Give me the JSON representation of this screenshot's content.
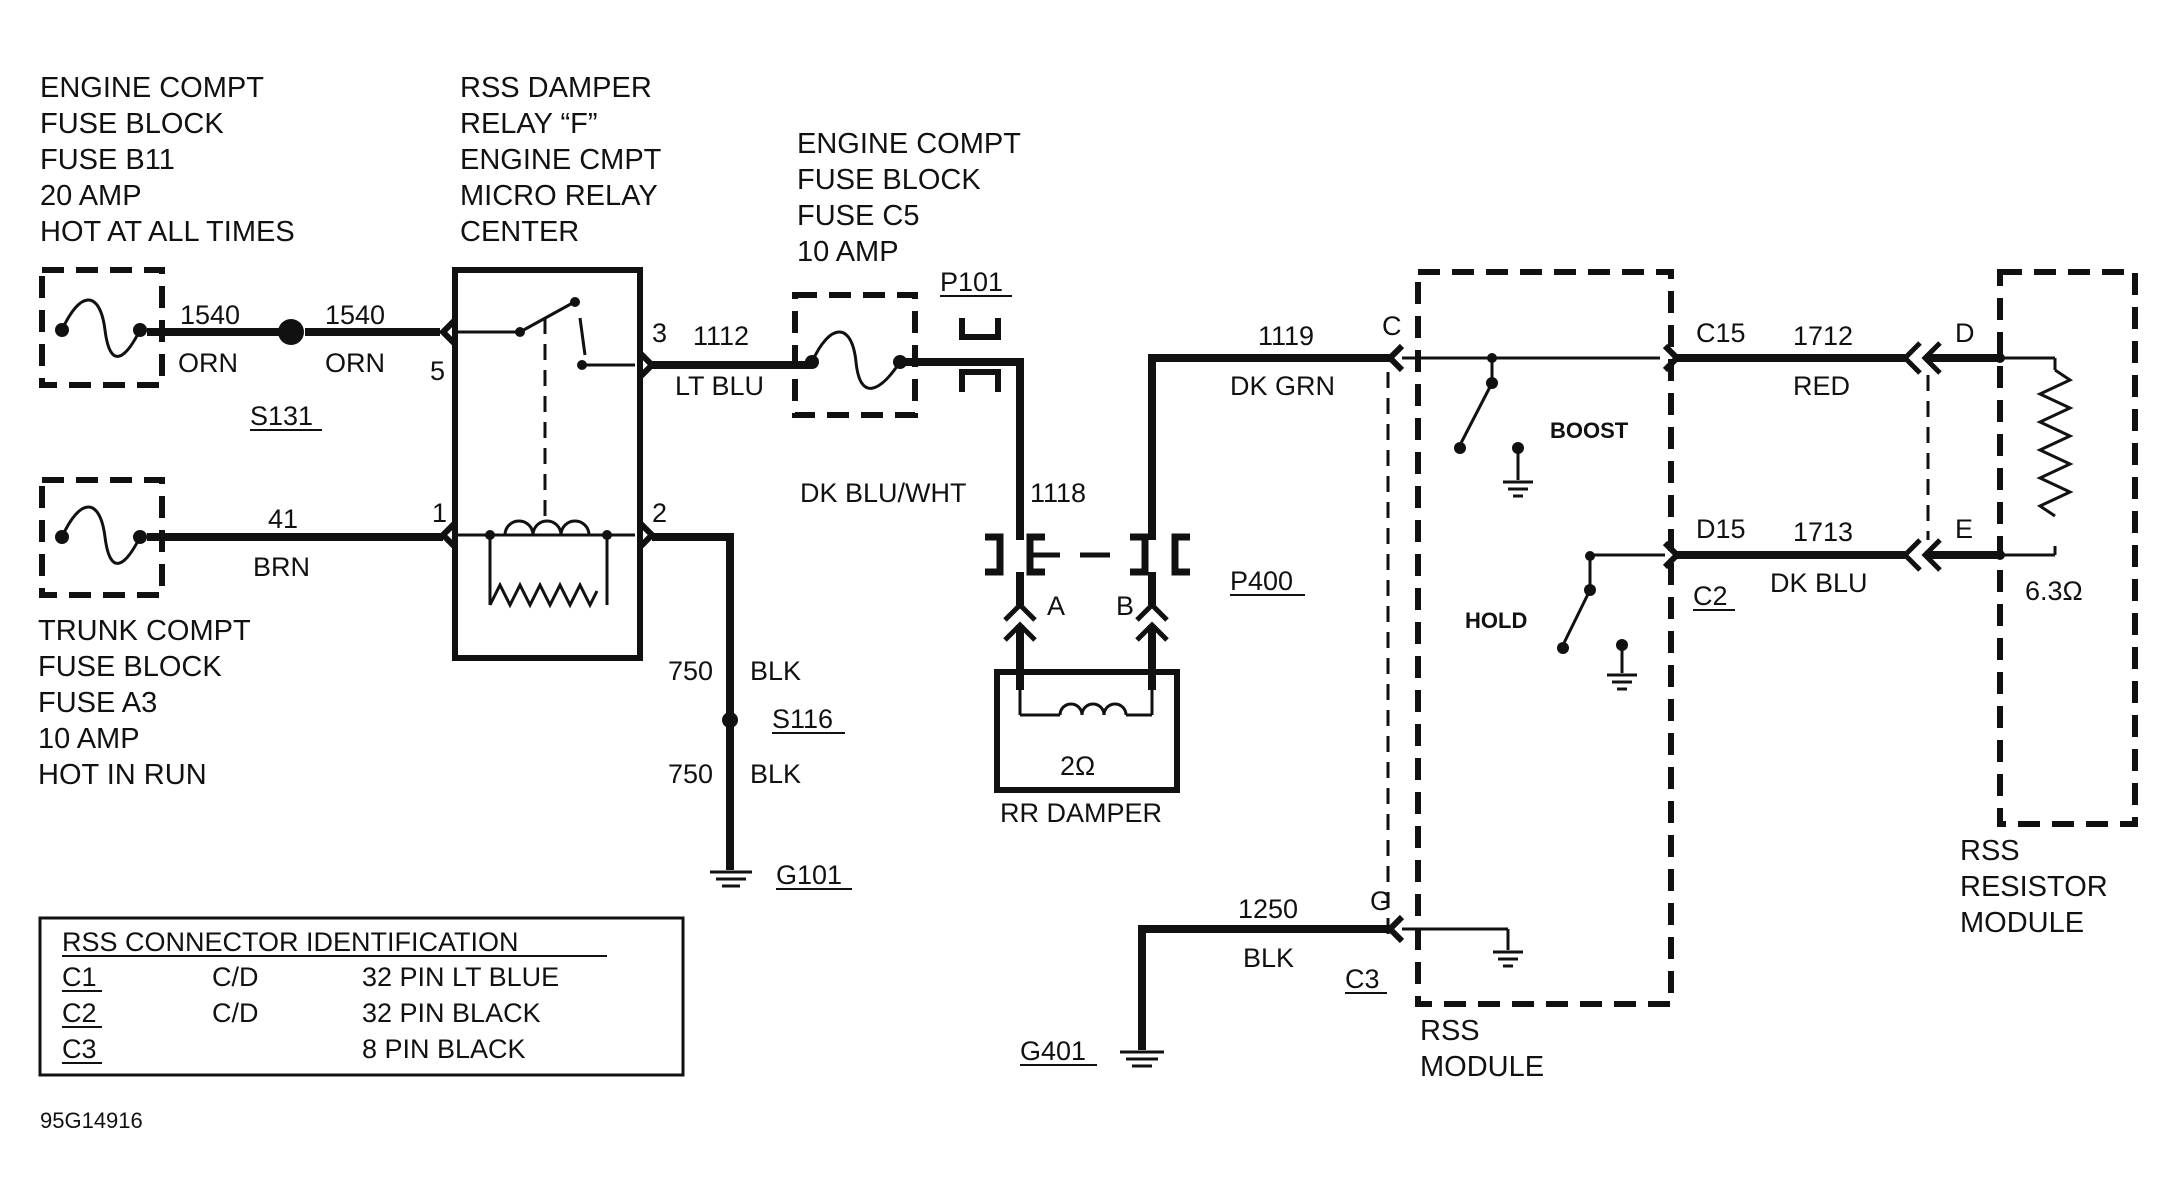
{
  "labels": {
    "fuse_b11": [
      "ENGINE COMPT",
      "FUSE BLOCK",
      "FUSE B11",
      "20 AMP",
      "HOT AT ALL TIMES"
    ],
    "relay": [
      "RSS  DAMPER",
      "RELAY “F”",
      "ENGINE  CMPT",
      "MICRO RELAY",
      "CENTER"
    ],
    "fuse_c5": [
      "ENGINE COMPT",
      "FUSE BLOCK",
      "FUSE C5",
      "10 AMP"
    ],
    "fuse_a3": [
      "TRUNK COMPT",
      "FUSE BLOCK",
      "FUSE A3",
      "10 AMP",
      "HOT IN RUN"
    ],
    "resistor_module": [
      "RSS",
      "RESISTOR",
      "MODULE"
    ],
    "rss_module": [
      "RSS",
      "MODULE"
    ]
  },
  "circuits": {
    "c1540a_num": "1540",
    "c1540a_color": "ORN",
    "c1540b_num": "1540",
    "c1540b_color": "ORN",
    "c41_num": "41",
    "c41_color": "BRN",
    "c1112_num": "1112",
    "c1112_color": "LT BLU",
    "c1118_num": "1118",
    "c1118_color": "DK BLU/WHT",
    "c1119_num": "1119",
    "c1119_color": "DK GRN",
    "c750a_num": "750",
    "c750a_color": "BLK",
    "c750b_num": "750",
    "c750b_color": "BLK",
    "c1712_num": "1712",
    "c1712_color": "RED",
    "c1713_num": "1713",
    "c1713_color": "DK BLU",
    "c1250_num": "1250",
    "c1250_color": "BLK"
  },
  "splices": {
    "s131": "S131",
    "s116": "S116",
    "p101": "P101",
    "p400": "P400"
  },
  "grounds": {
    "g101": "G101",
    "g401": "G401"
  },
  "pins": {
    "relay_5": "5",
    "relay_3": "3",
    "relay_1": "1",
    "relay_2": "2",
    "damper_a": "A",
    "damper_b": "B",
    "mod_c": "C",
    "mod_g": "G",
    "c15": "C15",
    "d15": "D15",
    "c2": "C2",
    "c3": "C3",
    "res_d": "D",
    "res_e": "E"
  },
  "components": {
    "damper_name": "RR DAMPER",
    "damper_res": "2Ω",
    "resistor_res": "6.3Ω",
    "boost": "BOOST",
    "hold": "HOLD"
  },
  "legend": {
    "title": "RSS CONNECTOR IDENTIFICATION",
    "rows": [
      {
        "id": "C1",
        "type": "C/D",
        "desc": "32 PIN LT BLUE"
      },
      {
        "id": "C2",
        "type": "C/D",
        "desc": "32 PIN BLACK"
      },
      {
        "id": "C3",
        "type": "",
        "desc": "8 PIN BLACK"
      }
    ]
  },
  "figure_id": "95G14916"
}
